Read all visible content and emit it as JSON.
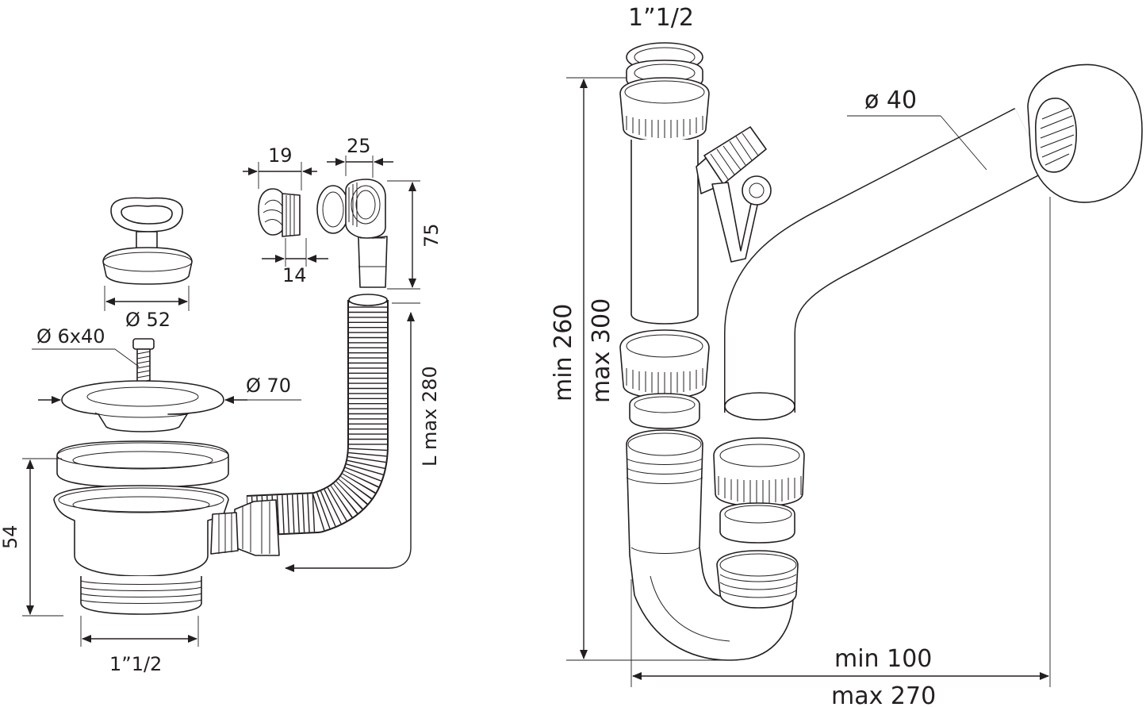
{
  "dimensions": {
    "plug_diameter": "Ø 52",
    "screw": "Ø 6x40",
    "flange_diameter": "Ø 70",
    "basket_height": "54",
    "basket_thread": "1”1/2",
    "overflow_outlet_width": "19",
    "overflow_thread_length": "14",
    "overflow_elbow_width": "25",
    "overflow_elbow_height": "75",
    "hose_length": "L max 280",
    "trap_inlet_thread": "1”1/2",
    "pipe_diameter": "ø 40",
    "trap_height_min": "min 260",
    "trap_height_max": "max 300",
    "trap_reach_min": "min 100",
    "trap_reach_max": "max 270"
  },
  "colors": {
    "line": "#231f20",
    "background": "#ffffff"
  }
}
